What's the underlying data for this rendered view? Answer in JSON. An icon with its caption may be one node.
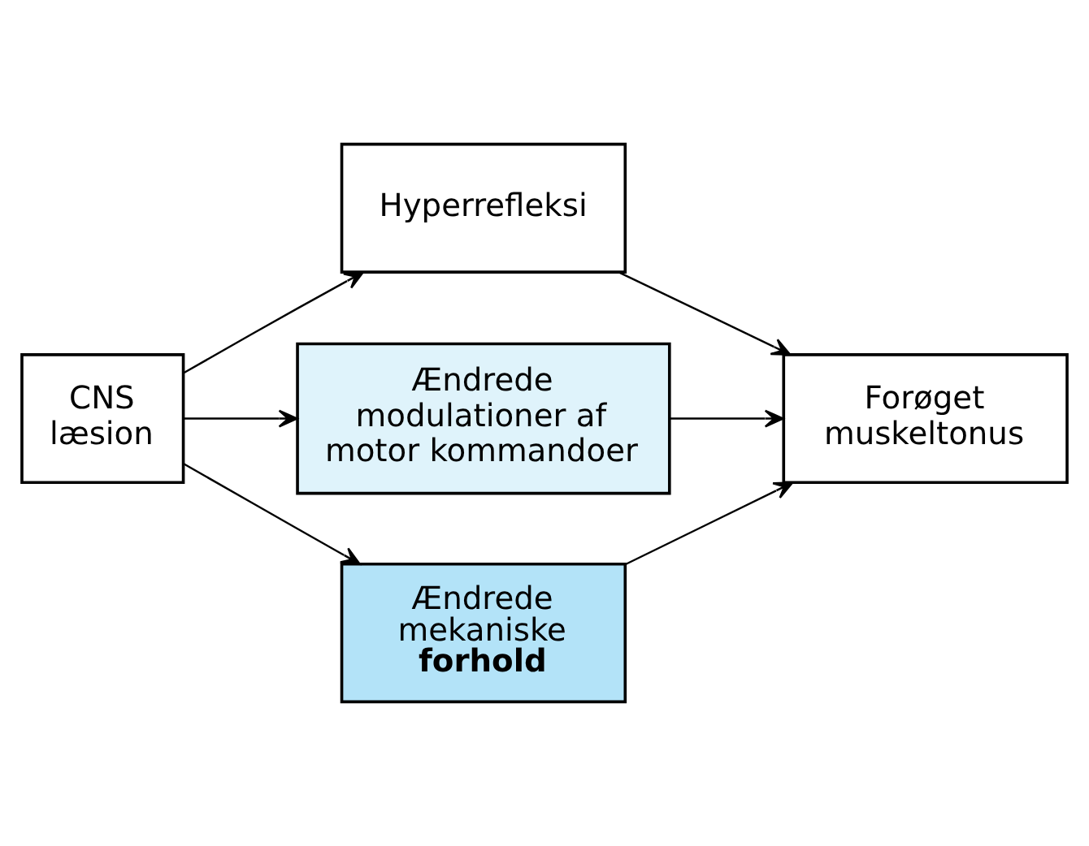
{
  "diagram": {
    "nodes": [
      {
        "text": [
          "CNS læsion"
        ]
      },
      {
        "text": [
          "Hyperrefleksi"
        ]
      },
      {
        "text": [
          "Ændrede modulationer af motor kommandoer"
        ]
      },
      {
        "text": [
          "Ændrede mekaniske **forhold**"
        ]
      },
      {
        "text": [
          "Forøget muskeltonus"
        ]
      }
    ],
    "edges": [
      {
        "from": 0,
        "to": 1,
        "arrow": "to"
      },
      {
        "from": 0,
        "to": 2,
        "arrow": "to"
      },
      {
        "from": 0,
        "to": 3,
        "arrow": "to"
      },
      {
        "from": 1,
        "to": 4,
        "arrow": "to"
      },
      {
        "from": 2,
        "to": 4,
        "arrow": "to"
      },
      {
        "from": 3,
        "to": 4,
        "arrow": "to"
      }
    ]
  }
}
